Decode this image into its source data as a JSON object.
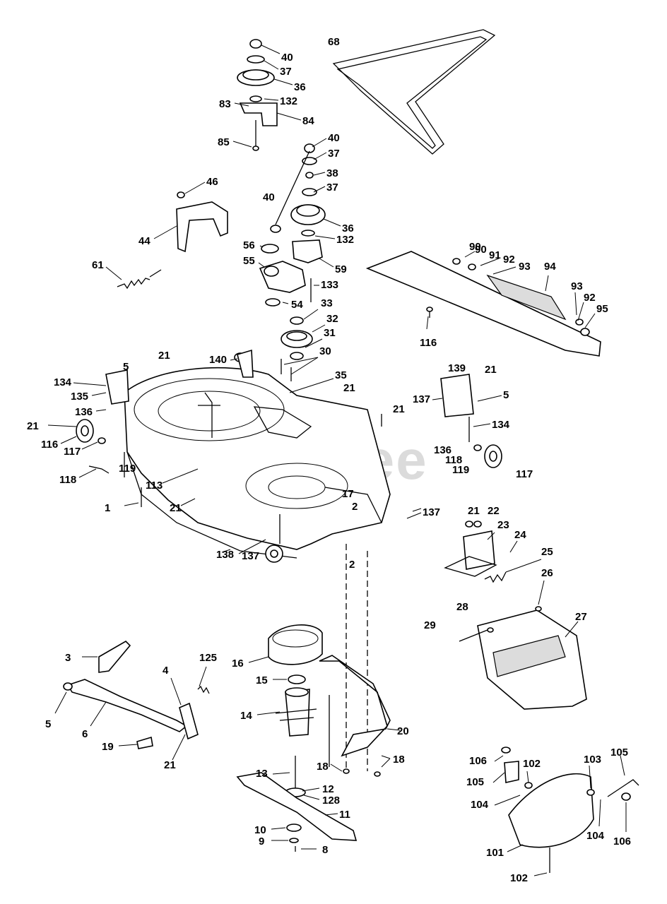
{
  "watermark": "PartsTree",
  "labels": [
    "68",
    "40",
    "37",
    "36",
    "83",
    "132",
    "84",
    "85",
    "40",
    "37",
    "38",
    "37",
    "40",
    "46",
    "36",
    "44",
    "132",
    "56",
    "59",
    "55",
    "61",
    "133",
    "54",
    "33",
    "32",
    "31",
    "30",
    "140",
    "21",
    "5",
    "134",
    "35",
    "21",
    "135",
    "136",
    "21",
    "21",
    "116",
    "117",
    "119",
    "118",
    "113",
    "17",
    "2",
    "21",
    "1",
    "137",
    "137",
    "138",
    "2",
    "137",
    "139",
    "21",
    "5",
    "134",
    "136",
    "118",
    "119",
    "117",
    "116",
    "90",
    "91",
    "92",
    "93",
    "94",
    "93",
    "92",
    "95",
    "90",
    "22",
    "21",
    "23",
    "24",
    "25",
    "26",
    "28",
    "27",
    "29",
    "3",
    "125",
    "4",
    "16",
    "15",
    "14",
    "5",
    "6",
    "19",
    "21",
    "20",
    "13",
    "12",
    "128",
    "18",
    "18",
    "11",
    "10",
    "9",
    "8",
    "106",
    "102",
    "103",
    "105",
    "105",
    "104",
    "104",
    "106",
    "101",
    "102"
  ]
}
